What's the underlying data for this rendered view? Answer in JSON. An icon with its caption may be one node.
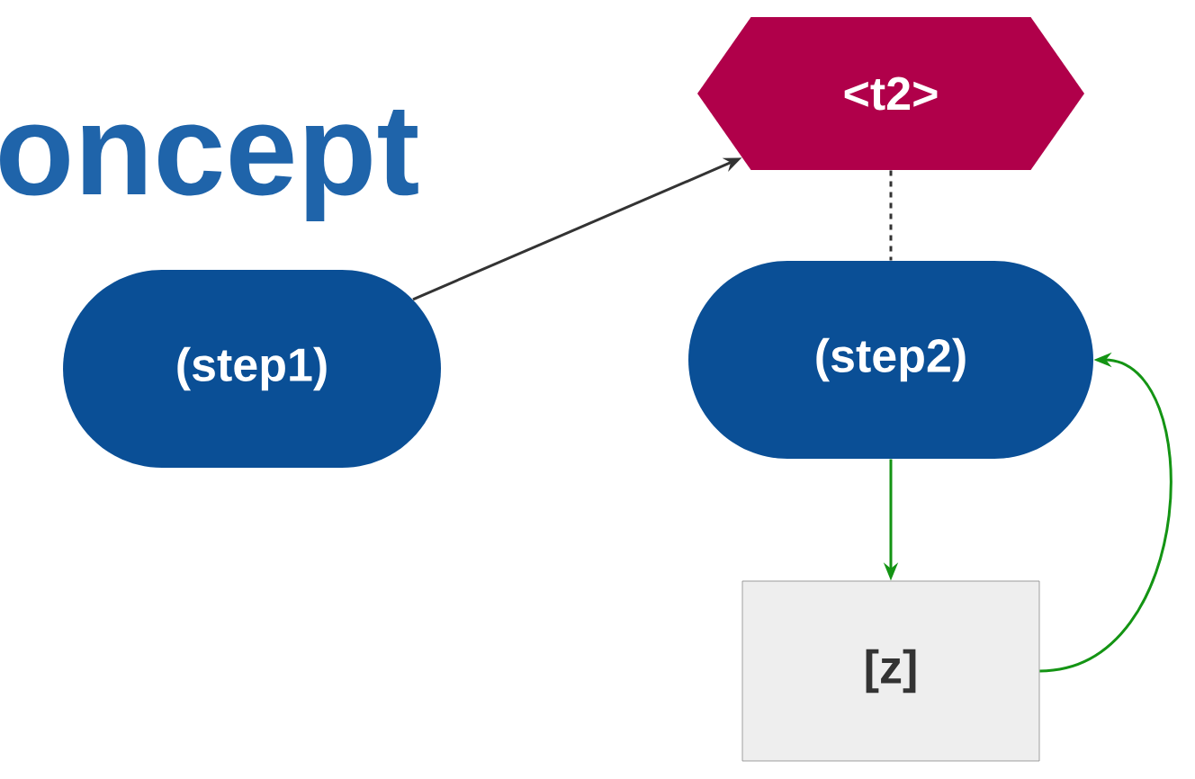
{
  "diagram": {
    "title": "oncept",
    "nodes": [
      {
        "text": [
          "(step1)"
        ]
      },
      {
        "text": [
          "<t2>"
        ]
      },
      {
        "text": [
          "(step2)"
        ]
      },
      {
        "text": [
          "[z]"
        ]
      }
    ],
    "edges": [
      {
        "from": 0,
        "to": 1,
        "arrow": "to",
        "color": "#333333"
      },
      {
        "from": 1,
        "to": 2,
        "arrow": "none",
        "style": "dashed",
        "color": "#333333"
      },
      {
        "from": 2,
        "to": 3,
        "arrow": "to",
        "color": "#149414"
      },
      {
        "from": 3,
        "to": 2,
        "arrow": "to",
        "color": "#149414"
      }
    ]
  }
}
